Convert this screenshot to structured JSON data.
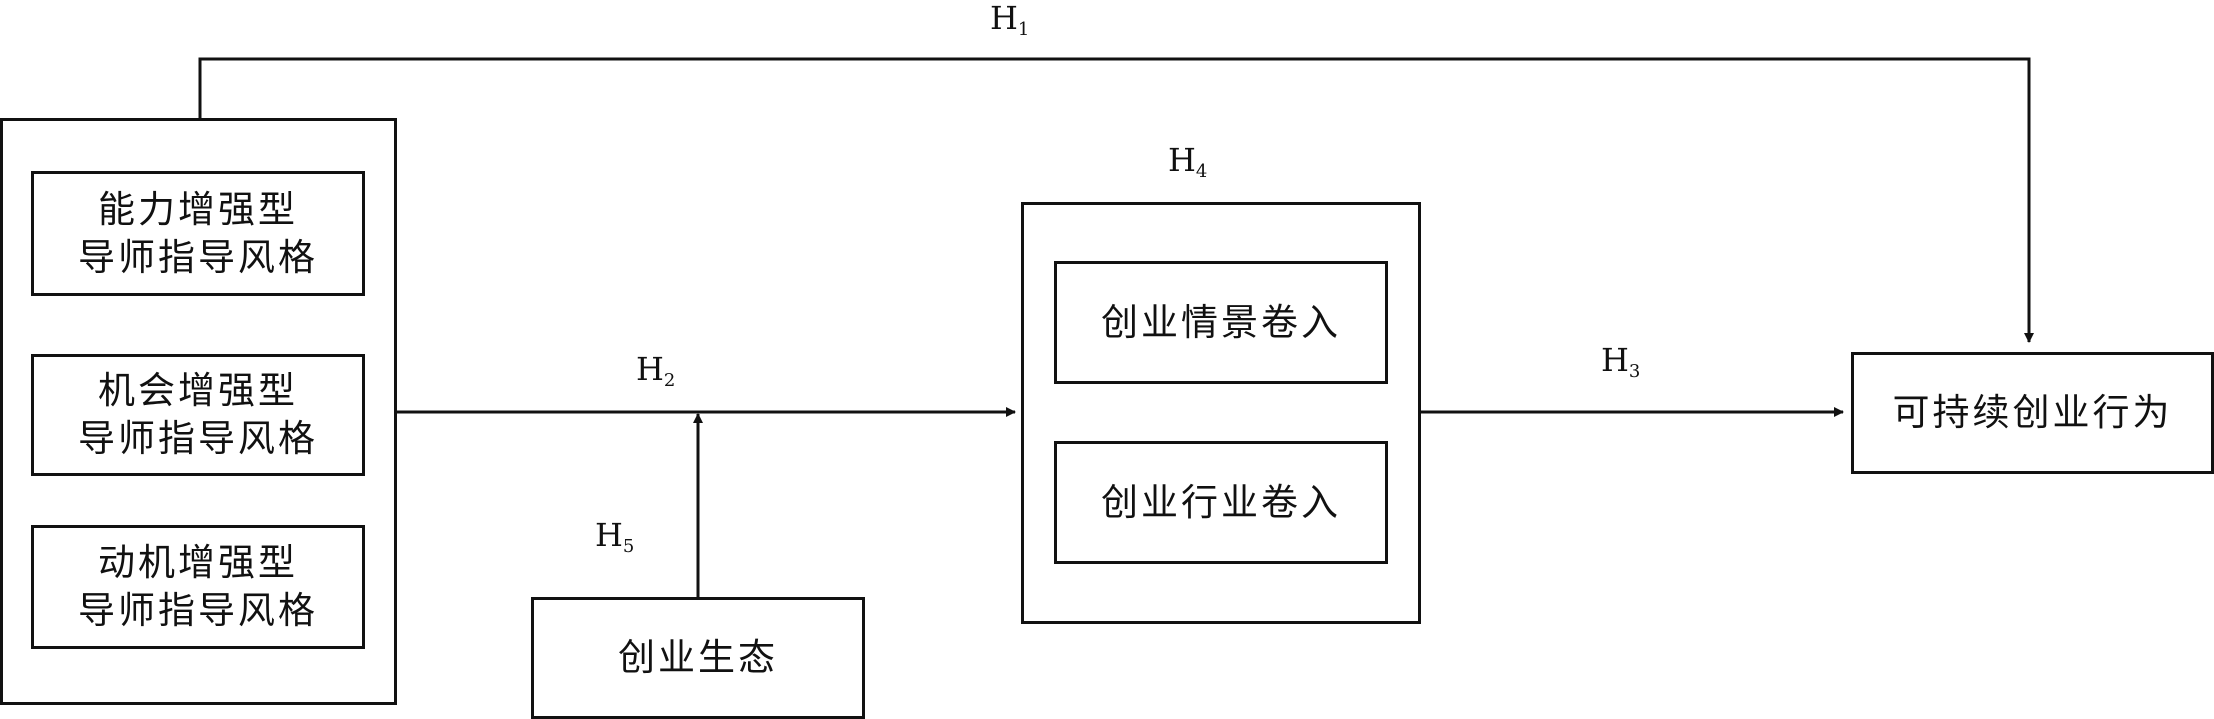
{
  "mentoring_styles": {
    "ability": {
      "line1": "能力增强型",
      "line2": "导师指导风格"
    },
    "opportunity": {
      "line1": "机会增强型",
      "line2": "导师指导风格"
    },
    "motivation": {
      "line1": "动机增强型",
      "line2": "导师指导风格"
    }
  },
  "mediators": {
    "situational": "创业情景卷入",
    "industry": "创业行业卷入"
  },
  "ecosystem": "创业生态",
  "outcome": "可持续创业行为",
  "hypotheses": {
    "h1": {
      "letter": "H",
      "num": "1"
    },
    "h2": {
      "letter": "H",
      "num": "2"
    },
    "h3": {
      "letter": "H",
      "num": "3"
    },
    "h4": {
      "letter": "H",
      "num": "4"
    },
    "h5": {
      "letter": "H",
      "num": "5"
    }
  }
}
